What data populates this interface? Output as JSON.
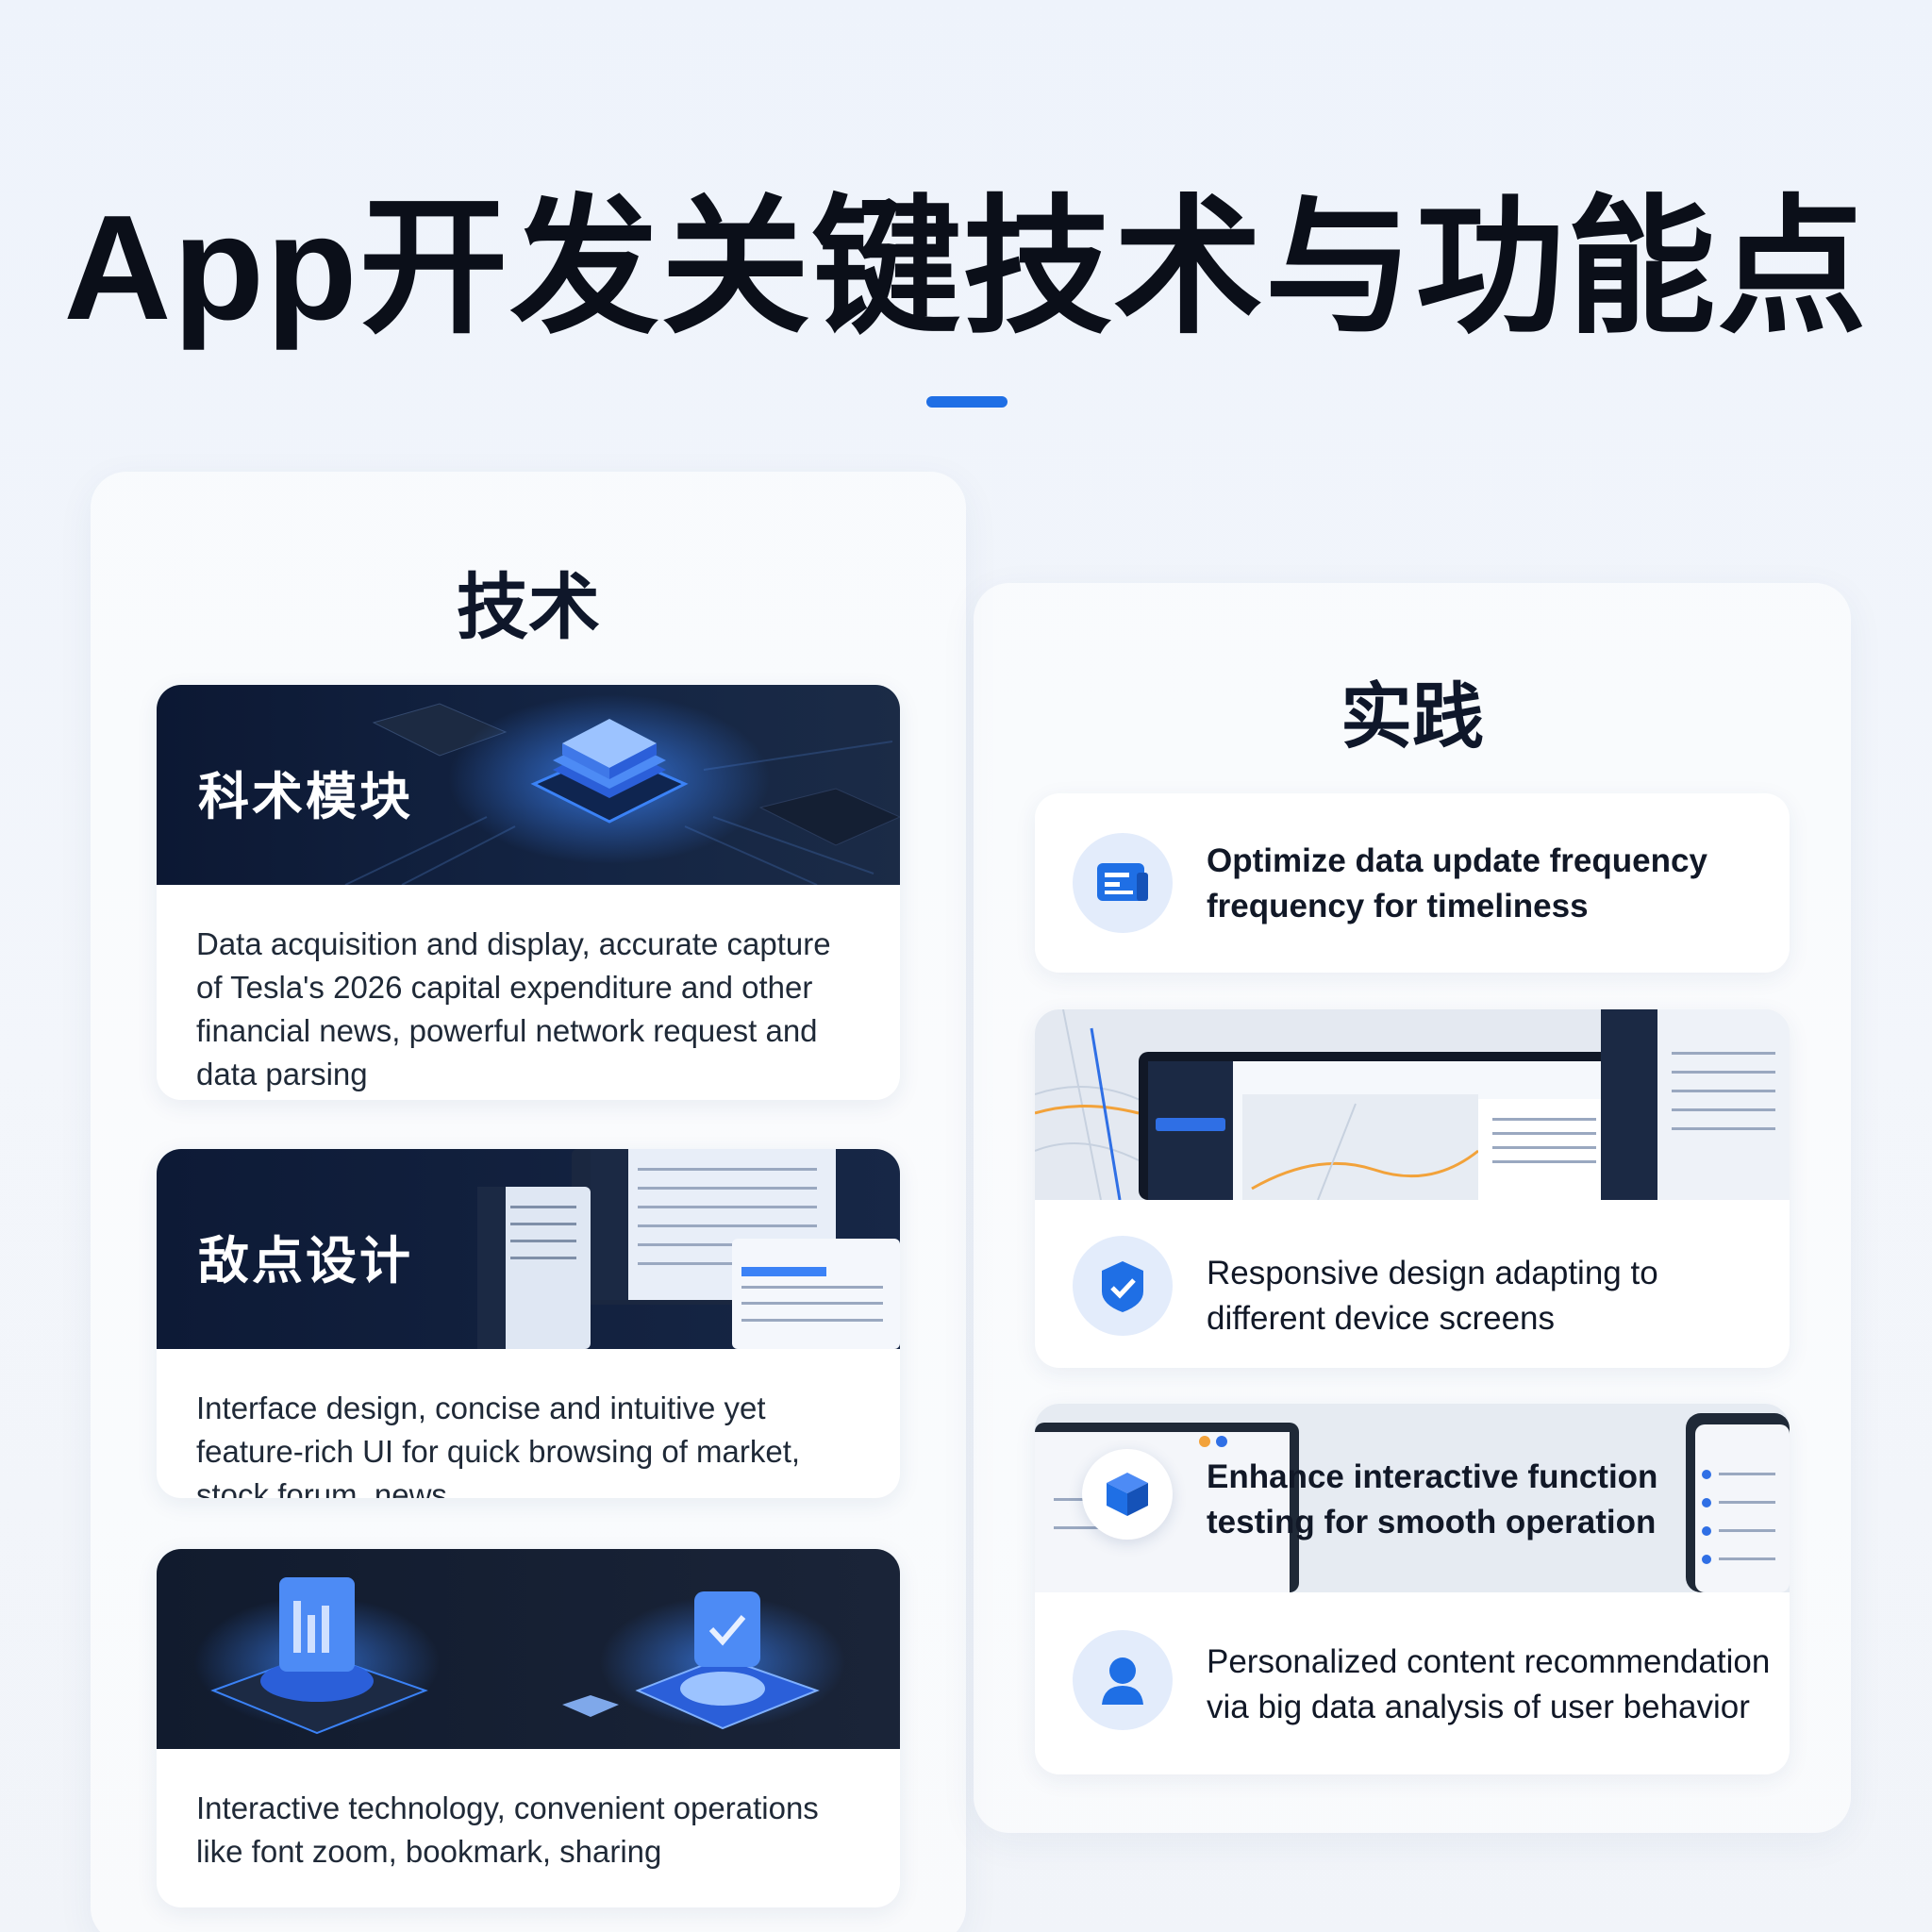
{
  "header": {
    "title": "App开发关键技术与功能点"
  },
  "tech_panel": {
    "title": "技术",
    "cards": [
      {
        "label": "科术模块",
        "description": "Data acquisition and display, accurate capture of Tesla's 2026 capital expenditure and other financial news, powerful network request and data parsing",
        "icon": "chip-illustration"
      },
      {
        "label": "敌点设计",
        "description": "Interface design, concise and intuitive yet feature-rich UI for quick browsing of market, stock forum, news",
        "icon": "dashboard-illustration"
      },
      {
        "label": "",
        "description": "Interactive technology, convenient operations like font zoom, bookmark, sharing",
        "icon": "interaction-illustration"
      }
    ]
  },
  "practice_panel": {
    "title": "实践",
    "items": [
      {
        "text": "Optimize data update frequency frequency for timeliness",
        "icon": "news-icon"
      },
      {
        "text": "Responsive design adapting to different device screens",
        "icon": "shield-check-icon"
      },
      {
        "text": "Enhance interactive function testing for smooth operation",
        "icon": "cube-icon"
      },
      {
        "text": "Personalized content recommendation via big data analysis of user behavior",
        "icon": "user-icon"
      }
    ]
  },
  "colors": {
    "accent": "#1f6fe5",
    "banner_dark": "#0e1a33",
    "icon_bg": "#e3ecfb"
  }
}
